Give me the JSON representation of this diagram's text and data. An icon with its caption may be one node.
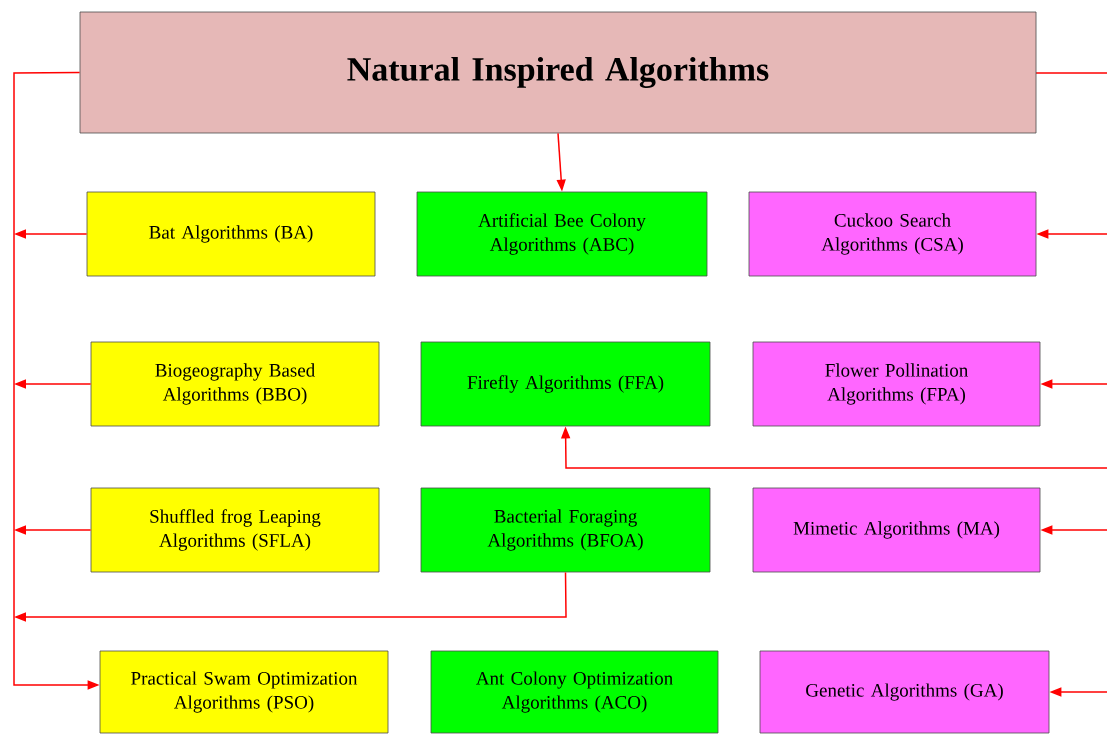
{
  "diagram": {
    "nodes": [
      {
        "text": [
          "Natural Inspired Algorithms"
        ]
      },
      {
        "text": [
          "Bat Algorithms (BA)"
        ]
      },
      {
        "text": [
          "Artificial Bee Colony Algorithms (ABC)"
        ]
      },
      {
        "text": [
          "Cuckoo Search Algorithms (CSA)"
        ]
      },
      {
        "text": [
          "Biogeography Based Algorithms (BBO)"
        ]
      },
      {
        "text": [
          "Firefly Algorithms (FFA)"
        ]
      },
      {
        "text": [
          "Flower Pollination Algorithms (FPA)"
        ]
      },
      {
        "text": [
          "Shuffled frog Leaping Algorithms (SFLA)"
        ]
      },
      {
        "text": [
          "Bacterial Foraging Algorithms (BFOA)"
        ]
      },
      {
        "text": [
          "Mimetic Algorithms (MA)"
        ]
      },
      {
        "text": [
          "Practical Swam Optimization Algorithms (PSO)"
        ]
      },
      {
        "text": [
          "Ant Colony Optimization Algorithms (ACO)"
        ]
      },
      {
        "text": [
          "Genetic Algorithms (GA)"
        ]
      }
    ],
    "edges": [
      {
        "from": 0,
        "to": 2,
        "arrow": "to"
      },
      {
        "from": 0,
        "to": 10,
        "arrow": "to"
      },
      {
        "from": 1,
        "to": null,
        "arrow": "to"
      },
      {
        "from": 4,
        "to": null,
        "arrow": "to"
      },
      {
        "from": 7,
        "to": null,
        "arrow": "to"
      },
      {
        "from": 8,
        "to": null,
        "arrow": "to"
      },
      {
        "from": null,
        "to": 3,
        "arrow": "to"
      },
      {
        "from": null,
        "to": 6,
        "arrow": "to"
      },
      {
        "from": null,
        "to": 9,
        "arrow": "to"
      },
      {
        "from": null,
        "to": 12,
        "arrow": "to"
      },
      {
        "from": null,
        "to": 5,
        "arrow": "to"
      }
    ]
  }
}
